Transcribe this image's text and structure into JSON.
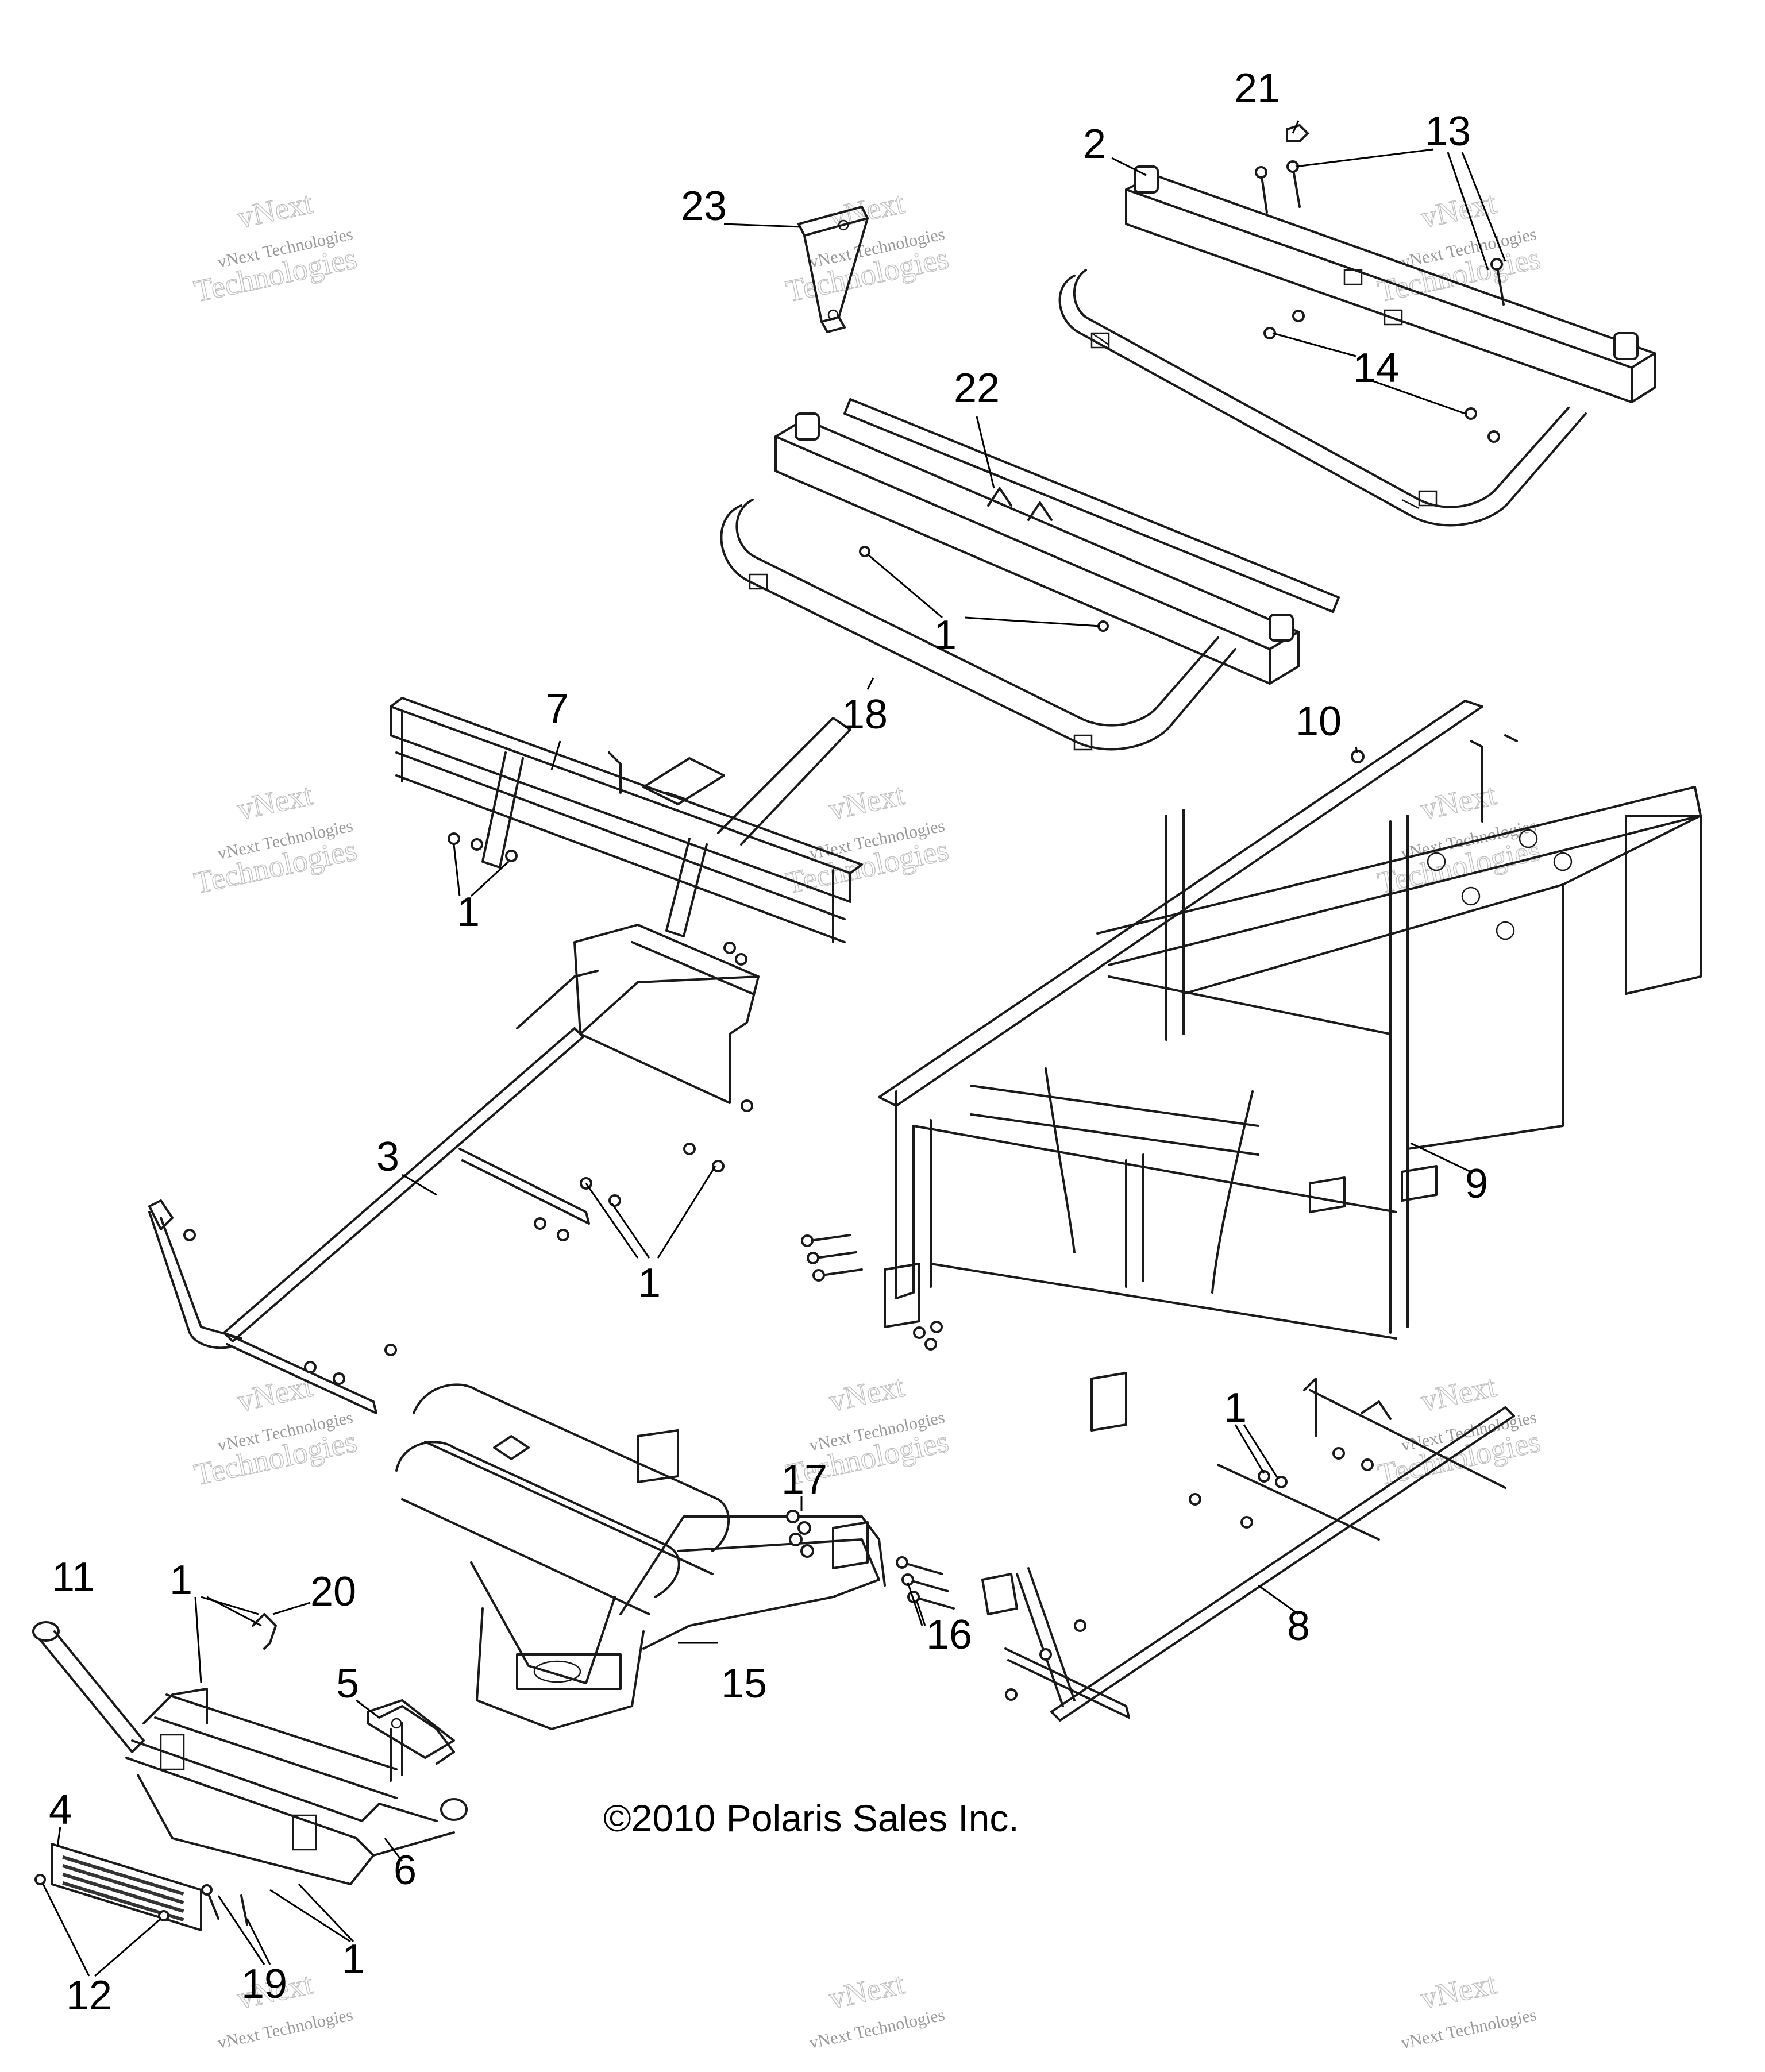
{
  "callouts": [
    {
      "id": "c21a",
      "label": "21"
    },
    {
      "id": "c13",
      "label": "13"
    },
    {
      "id": "c2",
      "label": "2"
    },
    {
      "id": "c23",
      "label": "23"
    },
    {
      "id": "c14",
      "label": "14"
    },
    {
      "id": "c22",
      "label": "22"
    },
    {
      "id": "c1a",
      "label": "1"
    },
    {
      "id": "c18",
      "label": "18"
    },
    {
      "id": "c7",
      "label": "7"
    },
    {
      "id": "c10",
      "label": "10"
    },
    {
      "id": "c1b",
      "label": "1"
    },
    {
      "id": "c3",
      "label": "3"
    },
    {
      "id": "c9",
      "label": "9"
    },
    {
      "id": "c1c",
      "label": "1"
    },
    {
      "id": "c1d",
      "label": "1"
    },
    {
      "id": "c17",
      "label": "17"
    },
    {
      "id": "c11",
      "label": "11"
    },
    {
      "id": "c1e",
      "label": "1"
    },
    {
      "id": "c20",
      "label": "20"
    },
    {
      "id": "c16",
      "label": "16"
    },
    {
      "id": "c8",
      "label": "8"
    },
    {
      "id": "c5",
      "label": "5"
    },
    {
      "id": "c15",
      "label": "15"
    },
    {
      "id": "c4",
      "label": "4"
    },
    {
      "id": "c6",
      "label": "6"
    },
    {
      "id": "c1f",
      "label": "1"
    },
    {
      "id": "c19",
      "label": "19"
    },
    {
      "id": "c12",
      "label": "12"
    }
  ],
  "copyright": "©2010 Polaris Sales Inc.",
  "watermark": {
    "line1": "vNext Technologies",
    "line2": "Technologies",
    "line3": "vNext"
  }
}
